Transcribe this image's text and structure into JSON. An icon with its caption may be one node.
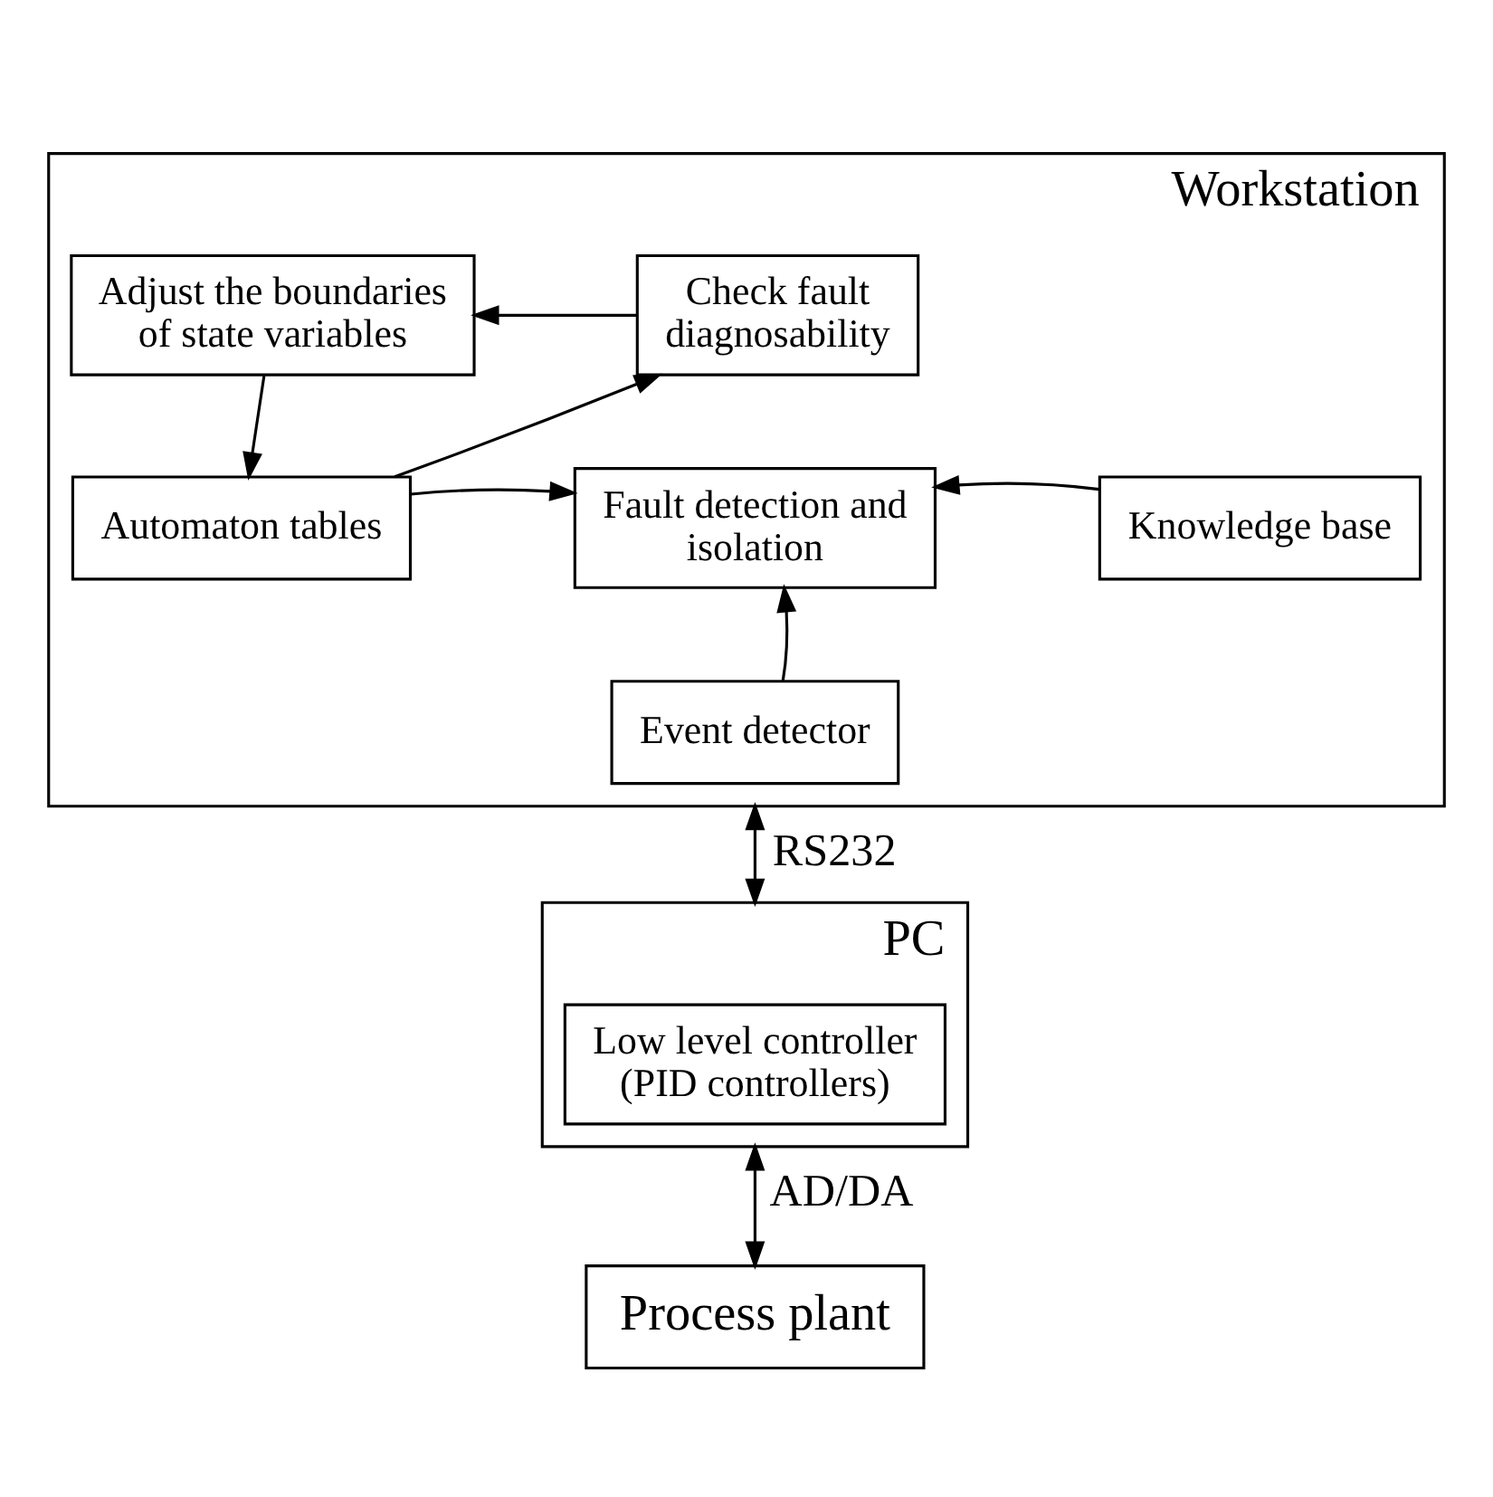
{
  "diagram": {
    "nodes": [
      {
        "text": [
          "Workstation"
        ]
      },
      {
        "text": [
          "Check fault diagnosability"
        ],
        "in": 0
      },
      {
        "text": [
          "Adjust the boundaries of state variables"
        ],
        "in": 0
      },
      {
        "text": [
          "Automaton tables"
        ],
        "in": 0
      },
      {
        "text": [
          "Fault detection and isolation"
        ],
        "in": 0
      },
      {
        "text": [
          "Knowledge base"
        ],
        "in": 0
      },
      {
        "text": [
          "Event detector"
        ],
        "in": 0
      },
      {
        "text": [
          "PC"
        ]
      },
      {
        "text": [
          "Low level controller (PID controllers)"
        ],
        "in": 7
      },
      {
        "text": [
          "Process plant"
        ]
      }
    ],
    "edges": [
      {
        "from": 1,
        "to": 2,
        "arrow": "to"
      },
      {
        "from": 2,
        "to": 3,
        "arrow": "to"
      },
      {
        "from": 3,
        "to": 1,
        "arrow": "to"
      },
      {
        "from": 3,
        "to": 4,
        "arrow": "to"
      },
      {
        "from": 5,
        "to": 4,
        "arrow": "to"
      },
      {
        "from": 6,
        "to": 4,
        "arrow": "to"
      },
      {
        "from": 0,
        "to": 7,
        "arrow": "both",
        "label": "RS232"
      },
      {
        "from": 7,
        "to": 9,
        "arrow": "both",
        "label": "AD/DA"
      }
    ]
  }
}
